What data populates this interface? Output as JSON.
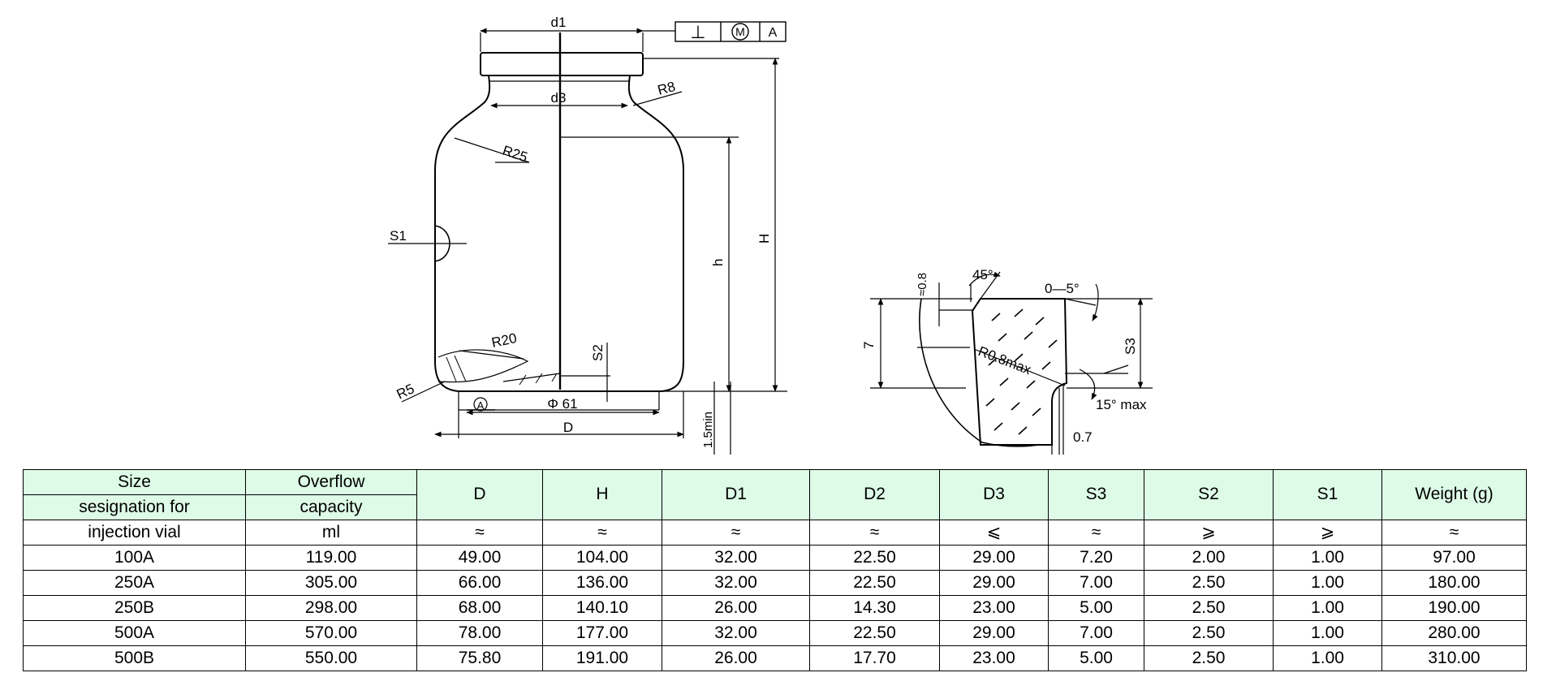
{
  "drawing": {
    "vial_labels": {
      "d1": "d1",
      "d3": "d3",
      "r8": "R8",
      "r25": "R25",
      "s1": "S1",
      "h_small": "h",
      "h_big": "H",
      "r20": "R20",
      "r5": "R5",
      "s2": "S2",
      "datum": "A",
      "phi": "Φ 61",
      "d": "D",
      "min": "1.5min"
    },
    "frame": {
      "perp": "⊥",
      "m": "M",
      "a": "A"
    },
    "neck_labels": {
      "approx08": "≈0.8",
      "deg45": "45°",
      "range": "0—5°",
      "seven": "7",
      "s3": "S3",
      "r08": "R0.8max",
      "deg15": "15°  max",
      "d07": "0.7"
    }
  },
  "table": {
    "header": {
      "size_1": "Size",
      "size_2": "sesignation for",
      "size_3": "injection vial",
      "cap_1": "Overflow",
      "cap_2": "capacity",
      "cap_3": "ml",
      "cols": [
        "D",
        "H",
        "D1",
        "D2",
        "D3",
        "S3",
        "S2",
        "S1",
        "Weight (g)"
      ],
      "symbols": [
        "≈",
        "≈",
        "≈",
        "≈",
        "⩽",
        "≈",
        "⩾",
        "⩾",
        "≈"
      ]
    },
    "rows": [
      [
        "100A",
        "119.00",
        "49.00",
        "104.00",
        "32.00",
        "22.50",
        "29.00",
        "7.20",
        "2.00",
        "1.00",
        "97.00"
      ],
      [
        "250A",
        "305.00",
        "66.00",
        "136.00",
        "32.00",
        "22.50",
        "29.00",
        "7.00",
        "2.50",
        "1.00",
        "180.00"
      ],
      [
        "250B",
        "298.00",
        "68.00",
        "140.10",
        "26.00",
        "14.30",
        "23.00",
        "5.00",
        "2.50",
        "1.00",
        "190.00"
      ],
      [
        "500A",
        "570.00",
        "78.00",
        "177.00",
        "32.00",
        "22.50",
        "29.00",
        "7.00",
        "2.50",
        "1.00",
        "280.00"
      ],
      [
        "500B",
        "550.00",
        "75.80",
        "191.00",
        "26.00",
        "17.70",
        "23.00",
        "5.00",
        "2.50",
        "1.00",
        "310.00"
      ]
    ]
  }
}
